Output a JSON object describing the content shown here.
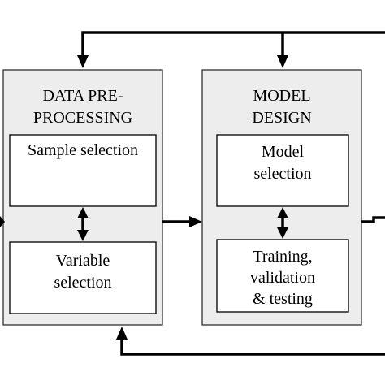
{
  "panels": {
    "preprocessing": {
      "title_line1": "DATA PRE-",
      "title_line2": "PROCESSING",
      "box_top": {
        "line1": "Sample selection"
      },
      "box_bottom": {
        "line1": "Variable",
        "line2": "selection"
      }
    },
    "model": {
      "title_line1": "MODEL",
      "title_line2": "DESIGN",
      "box_top": {
        "line1": "Model",
        "line2": "selection"
      },
      "box_bottom": {
        "line1": "Training,",
        "line2": "validation",
        "line3": "& testing"
      }
    }
  },
  "colors": {
    "panel_fill": "#ededed",
    "box_fill": "#ffffff",
    "line": "#000000"
  }
}
